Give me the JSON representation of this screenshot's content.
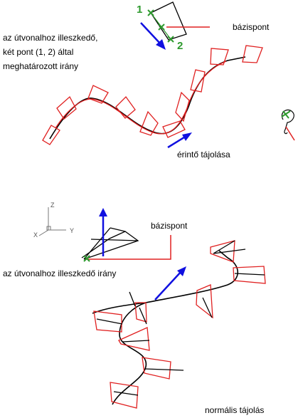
{
  "top": {
    "point1": "1",
    "point2": "2",
    "base_label": "bázispont",
    "direction_lines": [
      "az útvonalhoz illeszkedő,",
      "két pont (1, 2) által",
      "meghatározott irány"
    ],
    "tangent_label": "érintő tájolása"
  },
  "bottom": {
    "axis_z": "Z",
    "axis_y": "Y",
    "axis_x": "X",
    "base_label": "bázispont",
    "direction_label": "az útvonalhoz illeszkedő irány",
    "normal_label": "normális tájolás"
  },
  "colors": {
    "red": "#e02020",
    "blue": "#1010e0",
    "green": "#2e9a2e",
    "black": "#000000"
  }
}
